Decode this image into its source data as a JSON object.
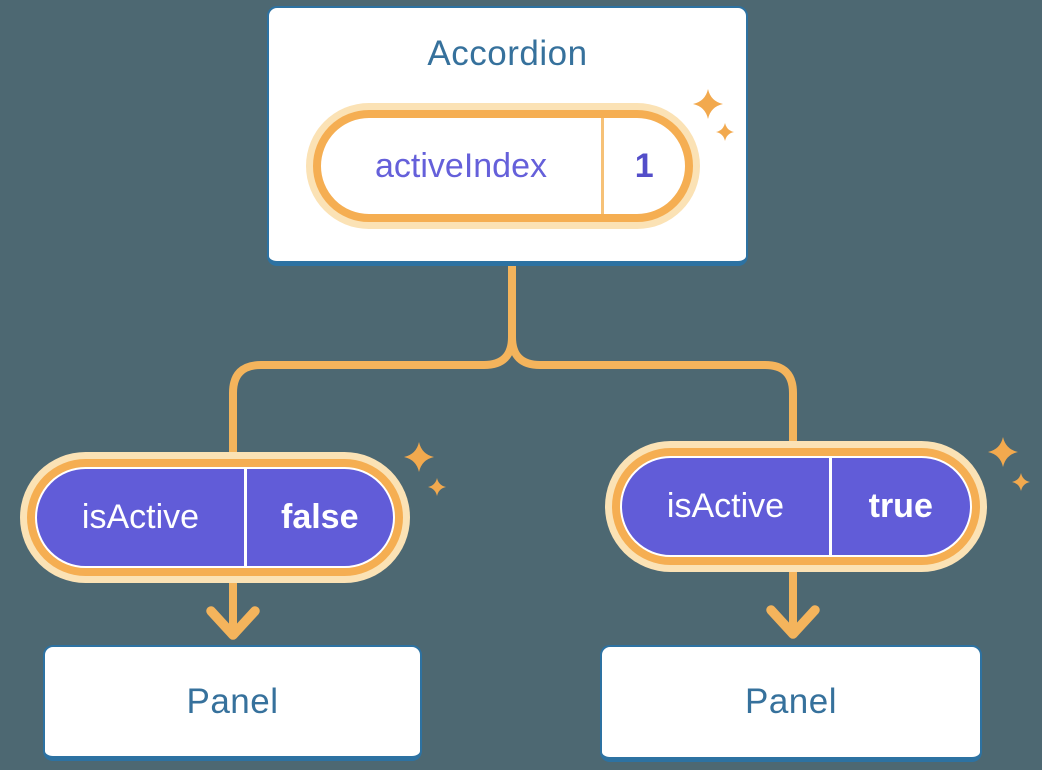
{
  "colors": {
    "bg": "#4D6872",
    "blue-border": "#2D72A2",
    "blue-text": "#36719C",
    "purple": "#615CD8",
    "purple-text": "#6560DA",
    "orange": "#F4B45C",
    "orange-ring": "#F5AE52",
    "orange-divider": "#F6C177",
    "glow": "#FBE2B5",
    "sparkle": "#F2A94E"
  },
  "accordion": {
    "title": "Accordion",
    "state": {
      "label": "activeIndex",
      "value": "1"
    }
  },
  "children": [
    {
      "state": {
        "label": "isActive",
        "value": "false"
      },
      "panel": {
        "label": "Panel"
      }
    },
    {
      "state": {
        "label": "isActive",
        "value": "true"
      },
      "panel": {
        "label": "Panel"
      }
    }
  ]
}
